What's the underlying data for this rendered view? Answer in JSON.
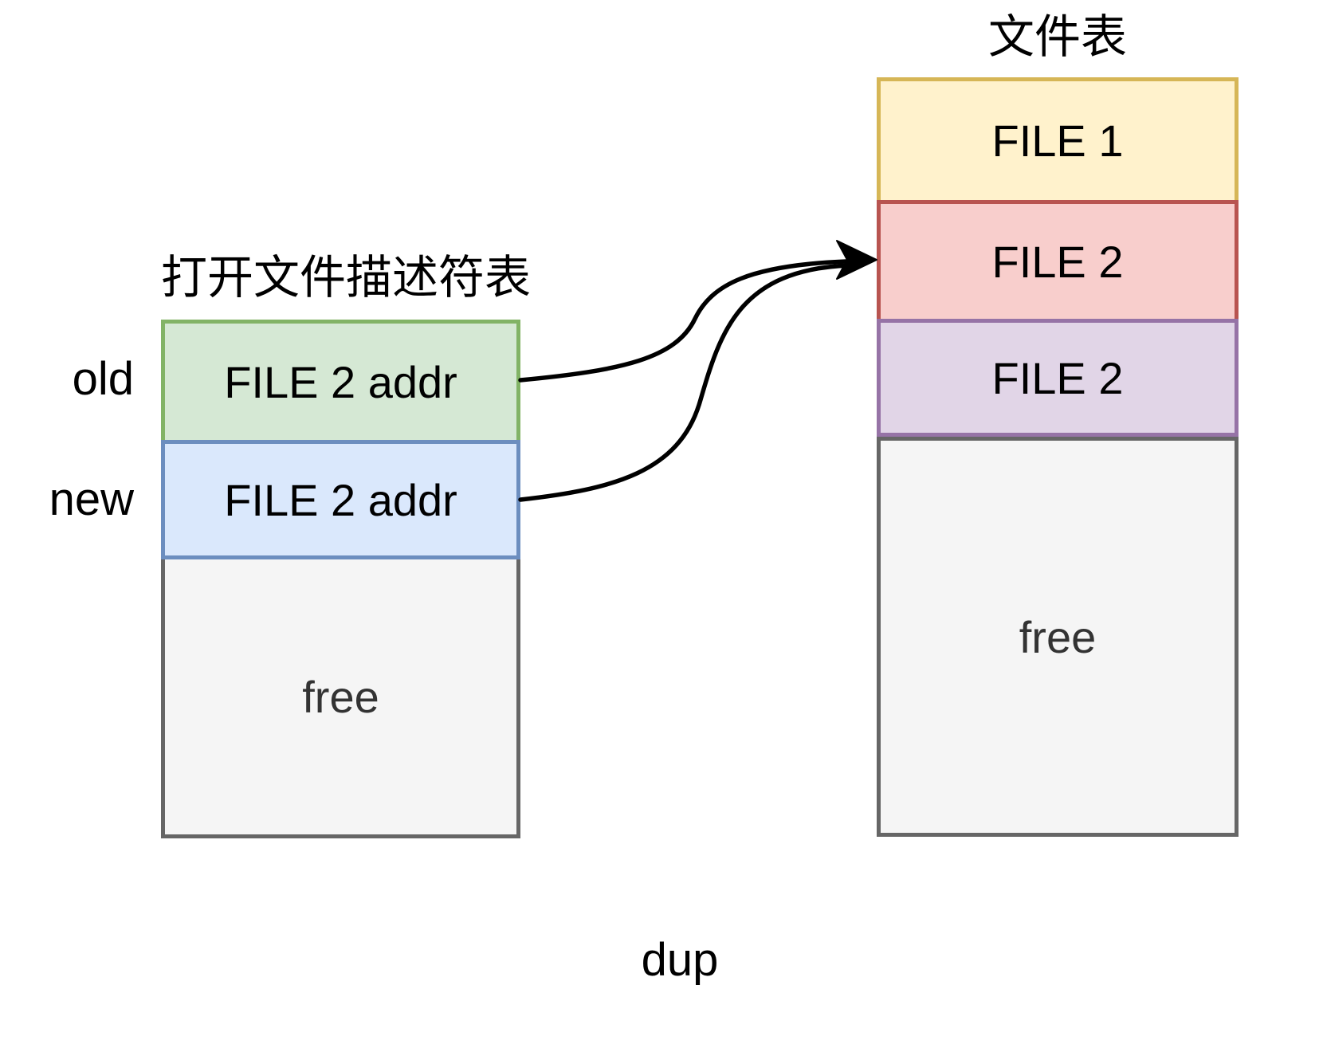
{
  "diagram": {
    "caption": "dup",
    "fd_table": {
      "title": "打开文件描述符表",
      "rows": [
        {
          "label": "FILE 2 addr",
          "side_label": "old",
          "fill": "#d5e8d4",
          "border": "#82b366",
          "text_color": "#000000"
        },
        {
          "label": "FILE 2 addr",
          "side_label": "new",
          "fill": "#dae8fc",
          "border": "#6c8ebf",
          "text_color": "#000000"
        },
        {
          "label": "free",
          "fill": "#f5f5f5",
          "border": "#666666",
          "text_color": "#333333"
        }
      ]
    },
    "file_table": {
      "title": "文件表",
      "rows": [
        {
          "label": "FILE 1",
          "fill": "#fff2cc",
          "border": "#d6b656",
          "text_color": "#000000"
        },
        {
          "label": "FILE 2",
          "fill": "#f8cecc",
          "border": "#b85450",
          "text_color": "#000000"
        },
        {
          "label": "FILE 2",
          "fill": "#e1d5e7",
          "border": "#9673a6",
          "text_color": "#000000"
        },
        {
          "label": "free",
          "fill": "#f5f5f5",
          "border": "#666666",
          "text_color": "#333333"
        }
      ]
    },
    "arrows": {
      "color": "#000000",
      "description": "old and new descriptor entries both point to FILE 2 in the file table"
    }
  }
}
